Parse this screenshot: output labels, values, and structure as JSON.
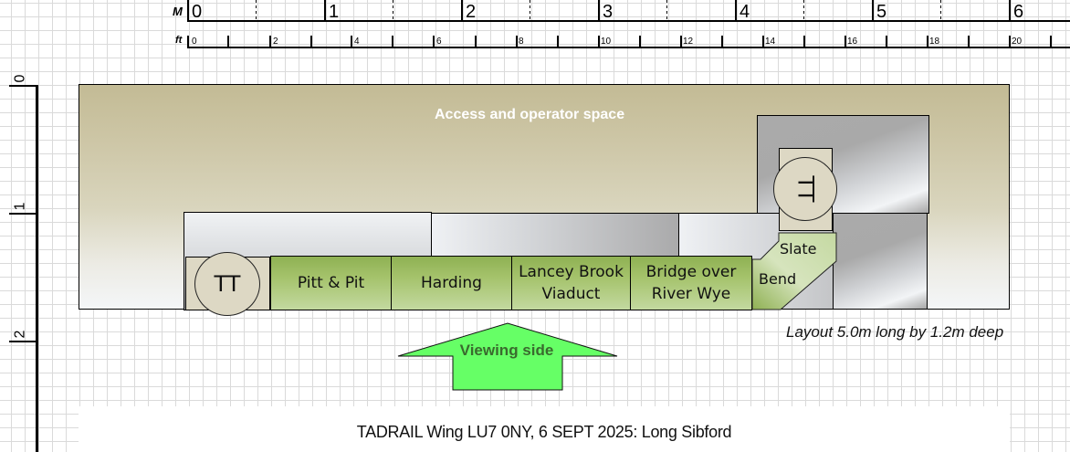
{
  "rulers": {
    "metres": {
      "unit_label": "M",
      "labels": [
        "0",
        "1",
        "2",
        "3",
        "4",
        "5",
        "6"
      ]
    },
    "feet": {
      "unit_label": "ft",
      "labels": [
        "0",
        "2",
        "4",
        "6",
        "8",
        "10",
        "12",
        "14",
        "16",
        "18",
        "20"
      ]
    },
    "vertical": {
      "labels": [
        "0",
        "1",
        "2"
      ]
    }
  },
  "layout": {
    "access_area_label": "Access and operator space",
    "boards": [
      {
        "id": "tt-left",
        "label": "TT"
      },
      {
        "id": "pitt-and-pit",
        "label": "Pitt & Pit"
      },
      {
        "id": "harding",
        "label": "Harding"
      },
      {
        "id": "lancey-brook",
        "label": "Lancey Brook Viaduct",
        "line1": "Lancey Brook",
        "line2": "Viaduct"
      },
      {
        "id": "bridge-over-river-wye",
        "label": "Bridge over River Wye",
        "line1": "Bridge over",
        "line2": "River Wye"
      },
      {
        "id": "slate-bend",
        "label": "Slate Bend",
        "line1": "Slate",
        "line2": "Bend"
      },
      {
        "id": "tt-right",
        "label": "TT"
      }
    ],
    "dimensions_note": "Layout 5.0m long by 1.2m deep",
    "viewing_side_label": "Viewing side"
  },
  "footer": {
    "caption": "TADRAIL Wing LU7 0NY, 6 SEPT 2025:  Long Sibford"
  },
  "colors": {
    "board_green": "#a5c36c",
    "access_tan": "#c3bb95",
    "turntable_beige": "#ddd8c4",
    "viewing_arrow_green": "#66ff66",
    "viewing_text_green": "#3a6a2e"
  }
}
